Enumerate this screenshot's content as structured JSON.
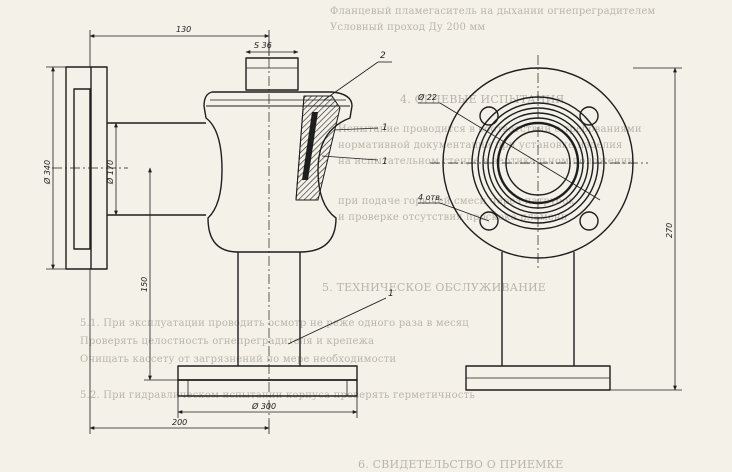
{
  "background_text": {
    "line1": "Фланцевый пламегаситель на дыхании огнепреградителем",
    "line2": "Условный проход Ду 200 мм",
    "sec4_title": "4. ОГНЕВЫЕ ИСПЫТАНИЯ",
    "sec4_lines": [
      "Испытание проводится в соответствии с требованиями",
      "нормативной документации при установке изделия",
      "на испытательном стенде в вертикальном положении",
      "при подаче горючей смеси через патрубок",
      "и проверке отсутствия проскока пламени"
    ],
    "sec5_title": "5. ТЕХНИЧЕСКОЕ ОБСЛУЖИВАНИЕ",
    "sec5_lines": [
      "5.1. При эксплуатации проводить осмотр не реже одного раза в месяц",
      "Проверять целостность огнепреградителя и крепежа",
      "Очищать кассету от загрязнений по мере необходимости",
      "5.2. При гидравлическом испытании корпуса проверять герметичность"
    ],
    "sec6_title": "6. СВИДЕТЕЛЬСТВО О ПРИЕМКЕ"
  },
  "dimensions": {
    "top_length": "130",
    "nut_width": "S 36",
    "flange_outer_left": "Ø 340",
    "flange_inner_left": "Ø 170",
    "body_height": "150",
    "bottom_flange": "Ø 300",
    "overall_length": "200",
    "right_flange_hole": "Ø 22",
    "right_holes": "4 отв.",
    "right_height": "270"
  },
  "callouts": {
    "c1": "2",
    "c2": "1",
    "c3": "1",
    "c4": "1"
  },
  "colors": {
    "line": "#1e1e1e",
    "paper": "#f4f1e8",
    "faded_text": "#b9b5ab"
  }
}
